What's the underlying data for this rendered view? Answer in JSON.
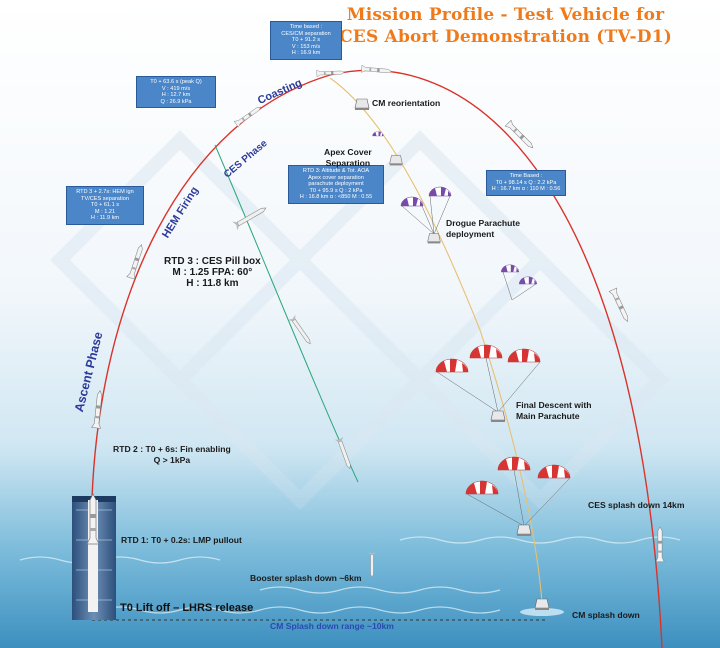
{
  "title": {
    "line1": "Mission Profile - Test Vehicle for",
    "line2": "CES Abort Demonstration (TV-D1)"
  },
  "colors": {
    "title": "#f07a1a",
    "main_trajectory": "#d9332b",
    "ces_trajectory": "#2aa77a",
    "cm_trajectory": "#e8c070",
    "box_fill": "#4a86c8",
    "phase_text": "#2d3a9a"
  },
  "phases": {
    "ascent": "Ascent Phase",
    "hem_firing": "HEM Firing",
    "coasting": "Coasting",
    "ces_phase": "CES Phase"
  },
  "boxes": {
    "max_q": [
      "T0 + 63.6 s (peak Q)",
      "V : 419 m/s",
      "H : 12.7 km",
      "Q : 26.9 kPa"
    ],
    "rtd3_hem": [
      "RTD 3 + 2.7s: HEM ign",
      "TV/CES separation",
      "T0 + 61.1 s",
      "M : 1.21",
      "H : 11.9 km"
    ],
    "ces_cm_sep": [
      "Time based :",
      "CES/CM separation",
      "T0 + 91.2 s",
      "V : 153 m/s",
      "H : 16.9 km"
    ],
    "rtd3_apex": [
      "RTD 3: Altitude & Tot. AOA",
      "Apex cover separation",
      "parachute deployment",
      "T0 + 95.9 s    Q : 2 kPa",
      "H : 16.8 km   α : <850  M : 0.55"
    ],
    "time_based_right": [
      "Time Based :",
      "T0 + 98.14 s  Q : 2.2 kPa",
      "H : 16.7 km  α : 110  M : 0.56"
    ]
  },
  "labels": {
    "rtd3_pill": [
      "RTD 3 :  CES Pill box",
      "M : 1.25 FPA: 60°",
      "H : 11.8 km"
    ],
    "rtd2": [
      "RTD 2 : T0 + 6s:  Fin enabling",
      "Q > 1kPa"
    ],
    "rtd1": "RTD 1: T0 + 0.2s:  LMP pullout",
    "cm_reorientation": "CM reorientation",
    "apex_cover": [
      "Apex Cover",
      "Separation"
    ],
    "drogue": [
      "Drogue Parachute",
      "deployment"
    ],
    "final_descent": [
      "Final Descent with",
      "Main Parachute"
    ],
    "ces_splash": "CES splash down 14km",
    "booster_splash": "Booster splash down ~6km",
    "cm_splash": "CM splash down",
    "liftoff": "T0 Lift off – LHRS release",
    "splash_range": "CM Splash down range ~10km"
  }
}
